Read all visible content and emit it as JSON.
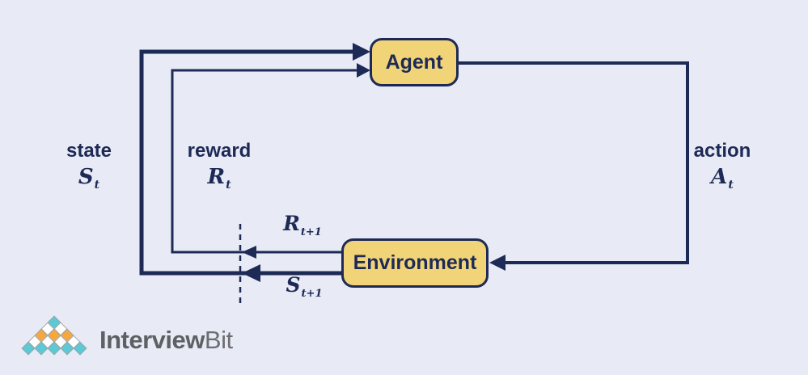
{
  "colors": {
    "background": "#e8ebf6",
    "line": "#1e2a56",
    "node_fill": "#f2d478",
    "node_text": "#1e2a56",
    "logo_text_primary": "#5f6064",
    "logo_text_secondary": "#6d6e72",
    "diamond_border": "#a0a4a8"
  },
  "nodes": {
    "agent": {
      "label": "Agent"
    },
    "environment": {
      "label": "Environment"
    }
  },
  "labels": {
    "state": {
      "word": "state",
      "symbol": "S",
      "subscript": "t"
    },
    "reward": {
      "word": "reward",
      "symbol": "R",
      "subscript": "t"
    },
    "action": {
      "word": "action",
      "symbol": "A",
      "subscript": "t"
    },
    "reward_next": {
      "symbol": "R",
      "subscript": "t+1"
    },
    "state_next": {
      "symbol": "S",
      "subscript": "t+1"
    }
  },
  "logo": {
    "text_primary": "Interview",
    "text_secondary": "Bit",
    "diamond_colors": {
      "teal": "#5bc9d6",
      "orange": "#f6a83f",
      "white": "#ffffff"
    },
    "pyramid_rows": [
      [
        "teal"
      ],
      [
        "white",
        "white"
      ],
      [
        "orange",
        "orange",
        "orange"
      ],
      [
        "white",
        "white",
        "white",
        "white"
      ],
      [
        "teal",
        "teal",
        "teal",
        "teal",
        "teal"
      ]
    ]
  }
}
